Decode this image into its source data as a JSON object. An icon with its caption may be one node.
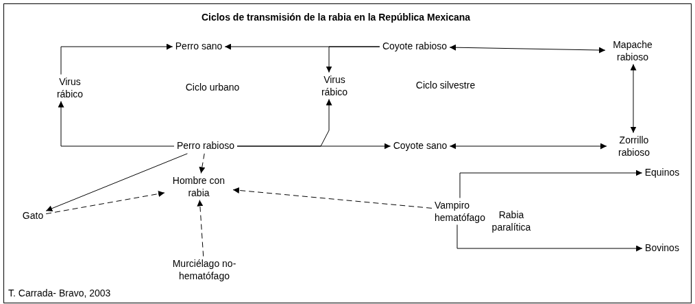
{
  "diagram": {
    "title": "Ciclos de transmisión de la rabia en la República Mexicana",
    "nodes": [
      {
        "text": [
          "Perro sano"
        ]
      },
      {
        "text": [
          "Coyote rabioso"
        ]
      },
      {
        "text": [
          "Mapache rabioso"
        ]
      },
      {
        "text": [
          "Virus rábico"
        ]
      },
      {
        "text": [
          "Virus rábico"
        ]
      },
      {
        "text": [
          "Perro rabioso"
        ]
      },
      {
        "text": [
          "Coyote sano"
        ]
      },
      {
        "text": [
          "Zorrillo rabioso"
        ]
      },
      {
        "text": [
          "Hombre con rabia"
        ]
      },
      {
        "text": [
          "Gato"
        ]
      },
      {
        "text": [
          "Vampiro hematófago"
        ]
      },
      {
        "text": [
          "Equinos"
        ]
      },
      {
        "text": [
          "Bovinos"
        ]
      },
      {
        "text": [
          "Murciélago no- hematófago"
        ]
      }
    ],
    "edges": [
      {
        "from": 3,
        "to": 0,
        "arrow": "to"
      },
      {
        "from": 1,
        "to": 0,
        "arrow": "to"
      },
      {
        "from": 1,
        "to": 4,
        "arrow": "to"
      },
      {
        "from": 1,
        "to": 2,
        "arrow": "both"
      },
      {
        "from": 2,
        "to": 7,
        "arrow": "both"
      },
      {
        "from": 5,
        "to": 3,
        "arrow": "to"
      },
      {
        "from": 5,
        "to": 6,
        "arrow": "to"
      },
      {
        "from": 5,
        "to": 4,
        "arrow": "to"
      },
      {
        "from": 6,
        "to": 7,
        "arrow": "both"
      },
      {
        "from": 5,
        "to": 9,
        "arrow": "to"
      },
      {
        "from": 5,
        "to": 8,
        "arrow": "to",
        "style": "dashed"
      },
      {
        "from": 9,
        "to": 8,
        "arrow": "to",
        "style": "dashed"
      },
      {
        "from": 10,
        "to": 8,
        "arrow": "to",
        "style": "dashed"
      },
      {
        "from": 13,
        "to": 8,
        "arrow": "to",
        "style": "dashed"
      },
      {
        "from": 10,
        "to": 11,
        "arrow": "to"
      },
      {
        "from": 10,
        "to": 12,
        "arrow": "to"
      }
    ],
    "labels": [
      "Ciclo urbano",
      "Ciclo silvestre",
      "Rabia paralítica",
      "T. Carrada- Bravo, 2003"
    ]
  }
}
